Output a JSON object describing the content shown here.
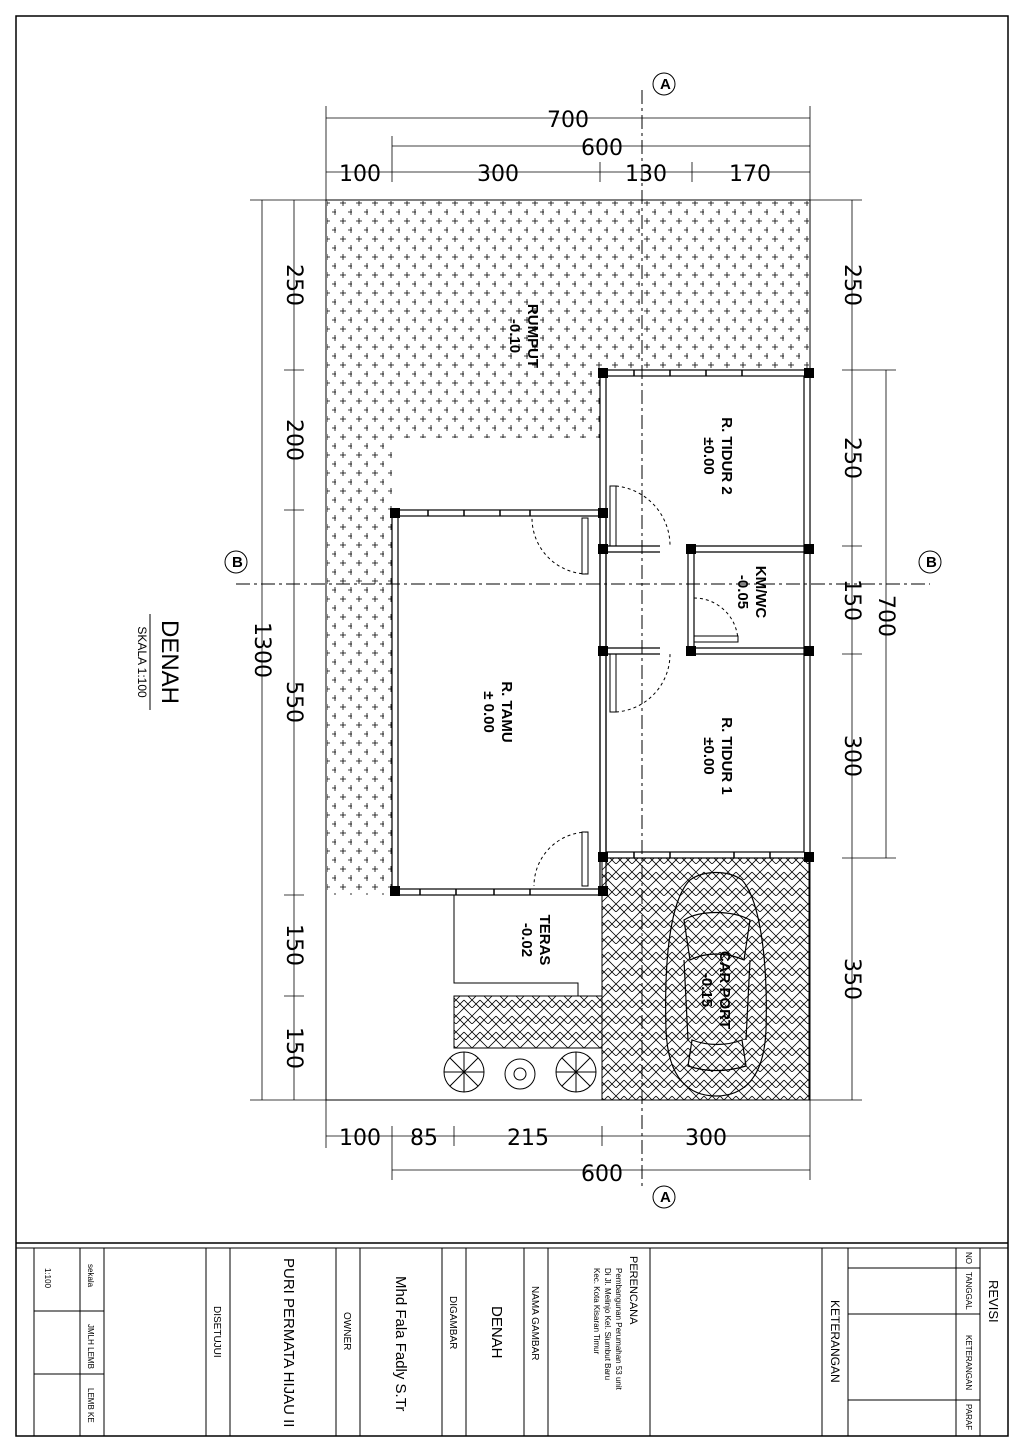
{
  "drawing": {
    "title": "DENAH",
    "scale": "SKALA 1:100",
    "top_dims": {
      "overall": "700",
      "inner": "600",
      "d1": "100",
      "d2": "300",
      "d3": "130",
      "d4": "170"
    },
    "bottom_dims": {
      "overall": "600",
      "d1": "100",
      "d2": "85",
      "d3": "215",
      "d4": "300"
    },
    "left_dims": {
      "overall": "1300",
      "d1": "250",
      "d2": "200",
      "d3": "550",
      "d4": "150",
      "d5": "150"
    },
    "right_dims": {
      "overall": "700",
      "d1": "250",
      "d2": "250",
      "d3": "150",
      "d4": "300",
      "d5": "350"
    },
    "section_markers": {
      "a_top": "A",
      "a_bottom": "A",
      "b_left": "B",
      "b_right": "B"
    },
    "rooms": {
      "rumput": {
        "name": "RUMPUT",
        "level": "-0.10"
      },
      "tidur2": {
        "name": "R. TIDUR 2",
        "level": "±0.00"
      },
      "kmwc": {
        "name": "KM/WC",
        "level": "-0.05"
      },
      "tamu": {
        "name": "R. TAMU",
        "level": "± 0.00"
      },
      "tidur1": {
        "name": "R. TIDUR 1",
        "level": "±0.00"
      },
      "teras": {
        "name": "TERAS",
        "level": "-0.02"
      },
      "carport": {
        "name": "CAR PORT",
        "level": "-0.15"
      }
    }
  },
  "title_block": {
    "revisi": "REVISI",
    "revisi_cols": [
      "NO",
      "TANGGAL",
      "KETERANGAN",
      "PARAF"
    ],
    "keterangan": "KETERANGAN",
    "perencana_label": "PERENCANA",
    "perencana_lines": [
      "Pembangunan Perumahan 53 unit",
      "Di Jl. Melinjo Kel. Siumbut Baru",
      "Kec. Kota Kisaran Timur"
    ],
    "nama_gambar_label": "NAMA GAMBAR",
    "nama_gambar": "DENAH",
    "digambar_label": "DIGAMBAR",
    "digambar": "Mhd Fala Fadly S.Tr",
    "owner_label": "OWNER",
    "owner": "PURI PERMATA HIJAU II",
    "disetujui_label": "DISETUJUI",
    "skala_label": "sekala",
    "skala": "1:100",
    "jml_lemb": "JMLH LEMB",
    "lemb_ke": "LEMB KE"
  }
}
